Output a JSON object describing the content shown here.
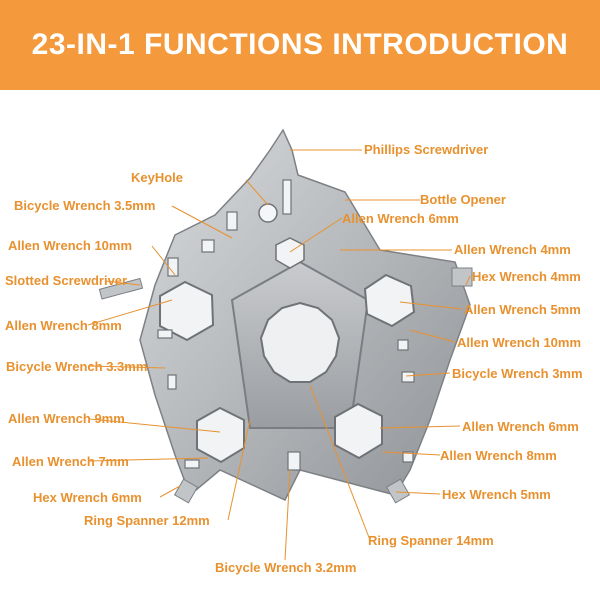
{
  "banner": {
    "title": "23-IN-1 FUNCTIONS INTRODUCTION"
  },
  "colors": {
    "accent": "#f59a3c",
    "label_text": "#e8912f",
    "leader_line": "#e8912f",
    "tool_metal": "#b9bcbf"
  },
  "labels": {
    "phillips_screwdriver": "Phillips Screwdriver",
    "keyhole": "KeyHole",
    "bottle_opener": "Bottle Opener",
    "bicycle_wrench_3_5": "Bicycle Wrench 3.5mm",
    "allen_wrench_6_top": "Allen Wrench 6mm",
    "allen_wrench_10_left": "Allen Wrench 10mm",
    "allen_wrench_4": "Allen Wrench 4mm",
    "slotted_screwdriver": "Slotted Screwdriver",
    "hex_wrench_4": "Hex Wrench 4mm",
    "allen_wrench_8_left": "Allen Wrench 8mm",
    "allen_wrench_5": "Allen Wrench 5mm",
    "allen_wrench_10_right": "Allen Wrench 10mm",
    "bicycle_wrench_3_3": "Bicycle Wrench 3.3mm",
    "bicycle_wrench_3": "Bicycle Wrench 3mm",
    "allen_wrench_9": "Allen Wrench 9mm",
    "allen_wrench_6_right": "Allen Wrench 6mm",
    "allen_wrench_7": "Allen Wrench 7mm",
    "allen_wrench_8_right": "Allen Wrench 8mm",
    "hex_wrench_6": "Hex Wrench 6mm",
    "hex_wrench_5": "Hex Wrench 5mm",
    "ring_spanner_12": "Ring Spanner 12mm",
    "ring_spanner_14": "Ring Spanner 14mm",
    "bicycle_wrench_3_2": "Bicycle Wrench 3.2mm"
  }
}
